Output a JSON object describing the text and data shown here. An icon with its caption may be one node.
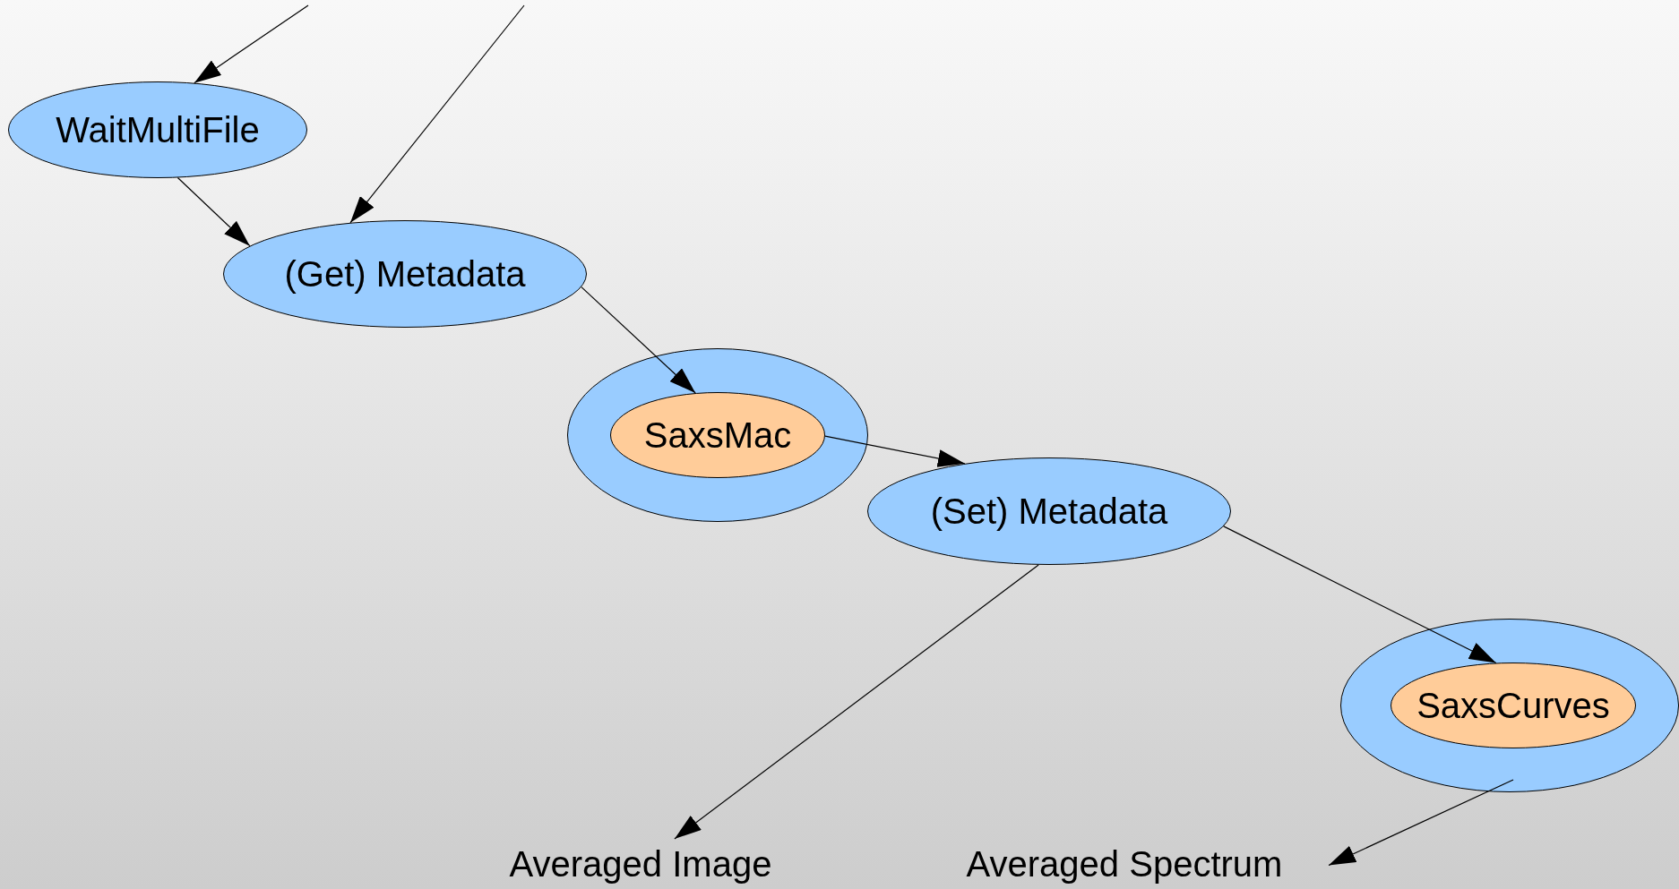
{
  "diagram": {
    "nodes": [
      {
        "text": [
          "WaitMultiFile"
        ]
      },
      {
        "text": [
          "(Get) Metadata"
        ]
      },
      {
        "text": [],
        "shape": "ellipse"
      },
      {
        "text": [
          "SaxsMac"
        ],
        "in": 2
      },
      {
        "text": [
          "(Set) Metadata"
        ]
      },
      {
        "text": [],
        "shape": "ellipse"
      },
      {
        "text": [
          "SaxsCurves"
        ],
        "in": 5
      },
      {
        "text": [
          "Averaged Image"
        ]
      },
      {
        "text": [
          "Averaged Spectrum"
        ]
      }
    ],
    "edges": [
      {
        "from": null,
        "to": 0,
        "arrow": "to"
      },
      {
        "from": null,
        "to": 1,
        "arrow": "to"
      },
      {
        "from": 0,
        "to": 1,
        "arrow": "to"
      },
      {
        "from": 1,
        "to": 3,
        "arrow": "to"
      },
      {
        "from": 3,
        "to": 4,
        "arrow": "to"
      },
      {
        "from": 4,
        "to": 7,
        "arrow": "to"
      },
      {
        "from": 4,
        "to": 6,
        "arrow": "to"
      },
      {
        "from": 6,
        "to": 8,
        "arrow": "to"
      }
    ]
  }
}
